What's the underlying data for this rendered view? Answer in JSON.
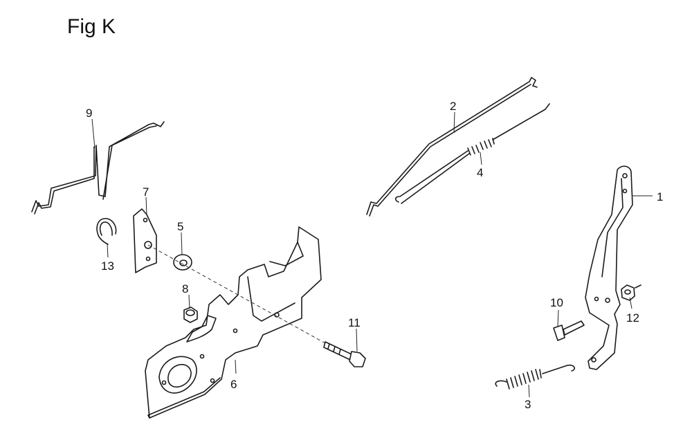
{
  "figure": {
    "title": "Fig K"
  },
  "callouts": {
    "c1": "1",
    "c2": "2",
    "c3": "3",
    "c4": "4",
    "c5": "5",
    "c6": "6",
    "c7": "7",
    "c8": "8",
    "c9": "9",
    "c10": "10",
    "c11": "11",
    "c12": "12",
    "c13": "13"
  }
}
